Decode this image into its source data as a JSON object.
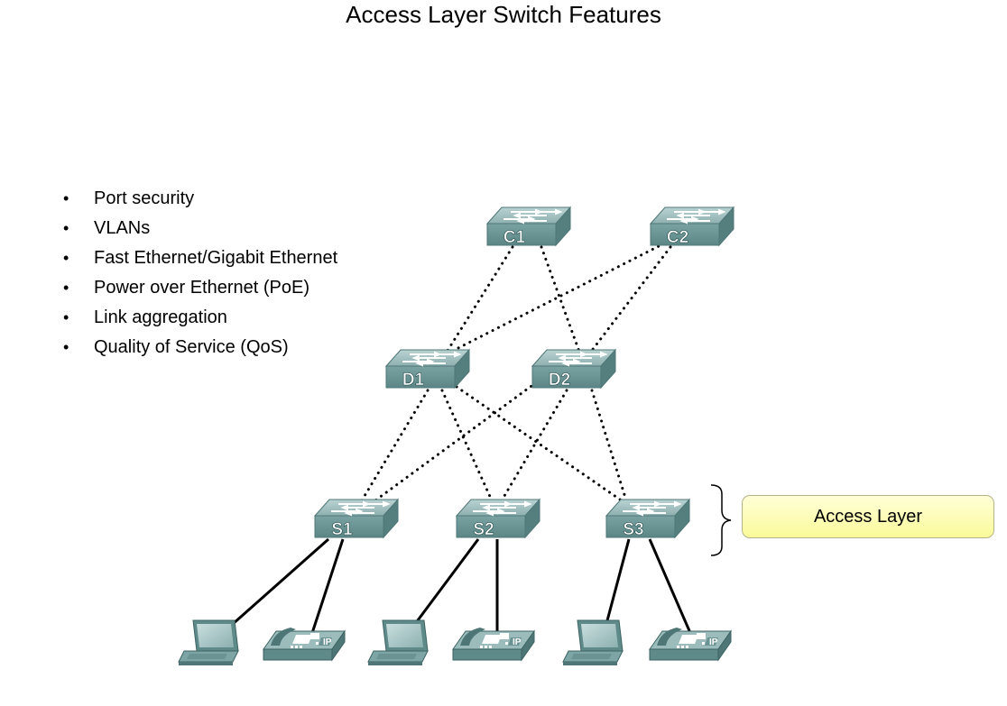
{
  "title": "Access Layer Switch Features",
  "features": [
    "Port security",
    "VLANs",
    "Fast Ethernet/Gigabit Ethernet",
    "Power over Ethernet (PoE)",
    "Link aggregation",
    "Quality of Service (QoS)"
  ],
  "switches": {
    "c1": "C1",
    "c2": "C2",
    "d1": "D1",
    "d2": "D2",
    "s1": "S1",
    "s2": "S2",
    "s3": "S3"
  },
  "phone_label": "IP",
  "access_layer_label": "Access Layer",
  "colors": {
    "switch_top": "#a7c2c2",
    "switch_front": "#6f9898",
    "switch_side": "#557e7e",
    "layer_box": "#fafa9a"
  }
}
